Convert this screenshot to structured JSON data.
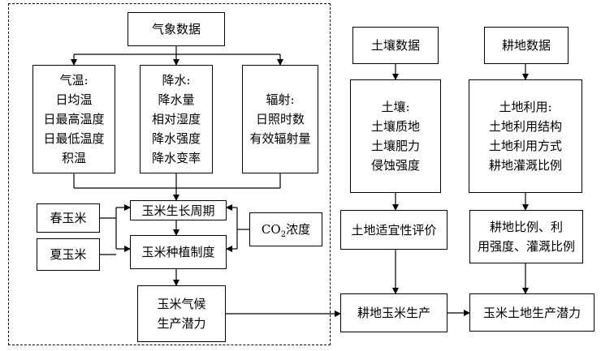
{
  "weather": {
    "title": "气象数据"
  },
  "temperature": {
    "lines": [
      "气温:",
      "日均温",
      "日最高温度",
      "日最低温度",
      "积温"
    ]
  },
  "precipitation": {
    "lines": [
      "降水:",
      "降水量",
      "相对湿度",
      "降水强度",
      "降水变率"
    ]
  },
  "radiation": {
    "lines": [
      "辐射:",
      "日照时数",
      "有效辐射量"
    ]
  },
  "spring_corn": {
    "label": "春玉米"
  },
  "summer_corn": {
    "label": "夏玉米"
  },
  "growth_period": {
    "label": "玉米生长周期"
  },
  "planting_system": {
    "label": "玉米种植制度"
  },
  "co2": {
    "prefix": "CO",
    "sub": "2",
    "suffix": "浓度"
  },
  "climate_potential": {
    "lines": [
      "玉米气候",
      "生产潜力"
    ]
  },
  "soil_data": {
    "title": "土壤数据"
  },
  "soil": {
    "lines": [
      "土壤:",
      "土壤质地",
      "土壤肥力",
      "侵蚀强度"
    ]
  },
  "land_suitability": {
    "label": "土地适宜性评价"
  },
  "arable_data": {
    "title": "耕地数据"
  },
  "land_use": {
    "lines": [
      "土地利用:",
      "土地利用结构",
      "土地利用方式",
      "耕地灌溉比例"
    ]
  },
  "arable_ratio": {
    "lines": [
      "耕地比例、利",
      "用强度、灌溉比例"
    ]
  },
  "arable_corn": {
    "label": "耕地玉米生产"
  },
  "land_potential": {
    "label": "玉米土地生产潜力"
  }
}
